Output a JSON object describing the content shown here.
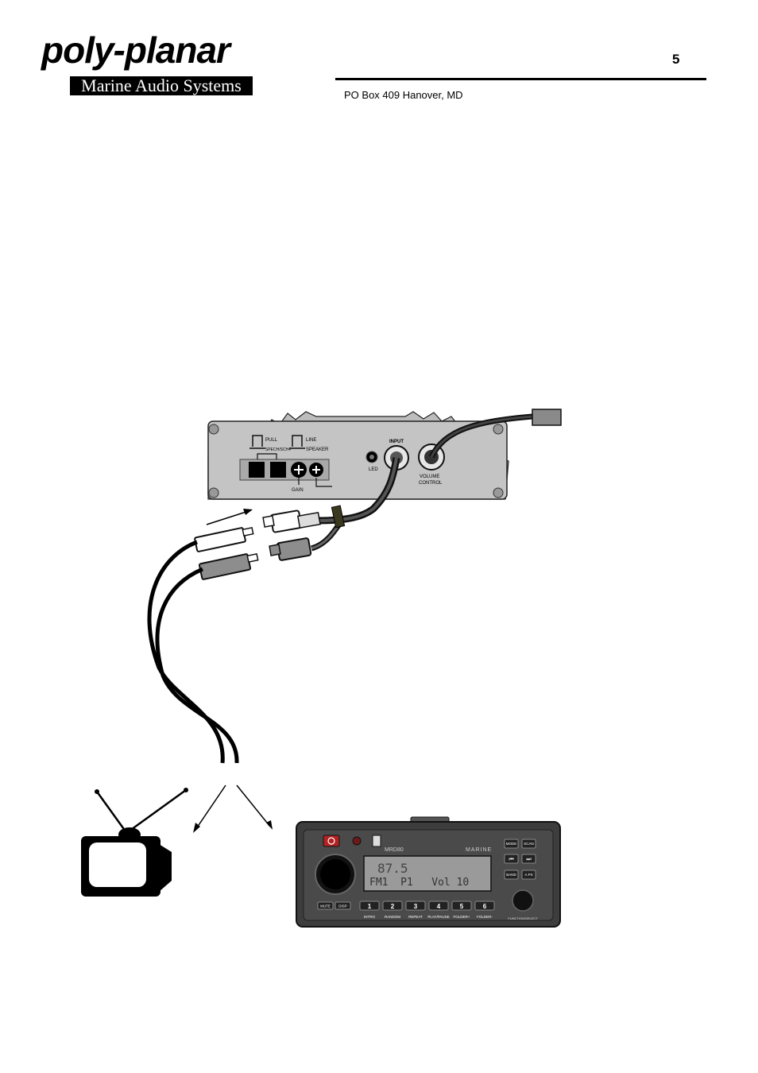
{
  "header": {
    "logo_word": "poly-planar",
    "logo_tagline": "Marine Audio Systems",
    "page_number": "5",
    "address": "PO Box 409 Hanover, MD"
  },
  "amplifier": {
    "switch1_top": "PULL",
    "switch1_bottom": "SPECH/SCH4",
    "switch2_top": "LINE",
    "switch2_bottom": "SPEAKER",
    "gain_label": "GAIN",
    "led_label": "LED",
    "input_label": "INPUT",
    "volume_label_1": "VOLUME",
    "volume_label_2": "CONTROL"
  },
  "radio": {
    "model": "MRD80",
    "brand": "MARINE",
    "display_line1": "87.5",
    "display_line2": "FM1  P1   Vol 10",
    "left_buttons": [
      "MUTE",
      "DISP"
    ],
    "preset_buttons": [
      "1",
      "2",
      "3",
      "4",
      "5",
      "6"
    ],
    "preset_labels": [
      "INTRO",
      "RANDOM",
      "REPEAT",
      "PLAY/PAUSE",
      "FOLDER+",
      "FOLDER-"
    ],
    "right_buttons": [
      "MODE",
      "SCAN",
      "⏮",
      "⏭",
      "BAND",
      "A.PS"
    ],
    "knob_label": "FUNCTION/SELECT"
  }
}
